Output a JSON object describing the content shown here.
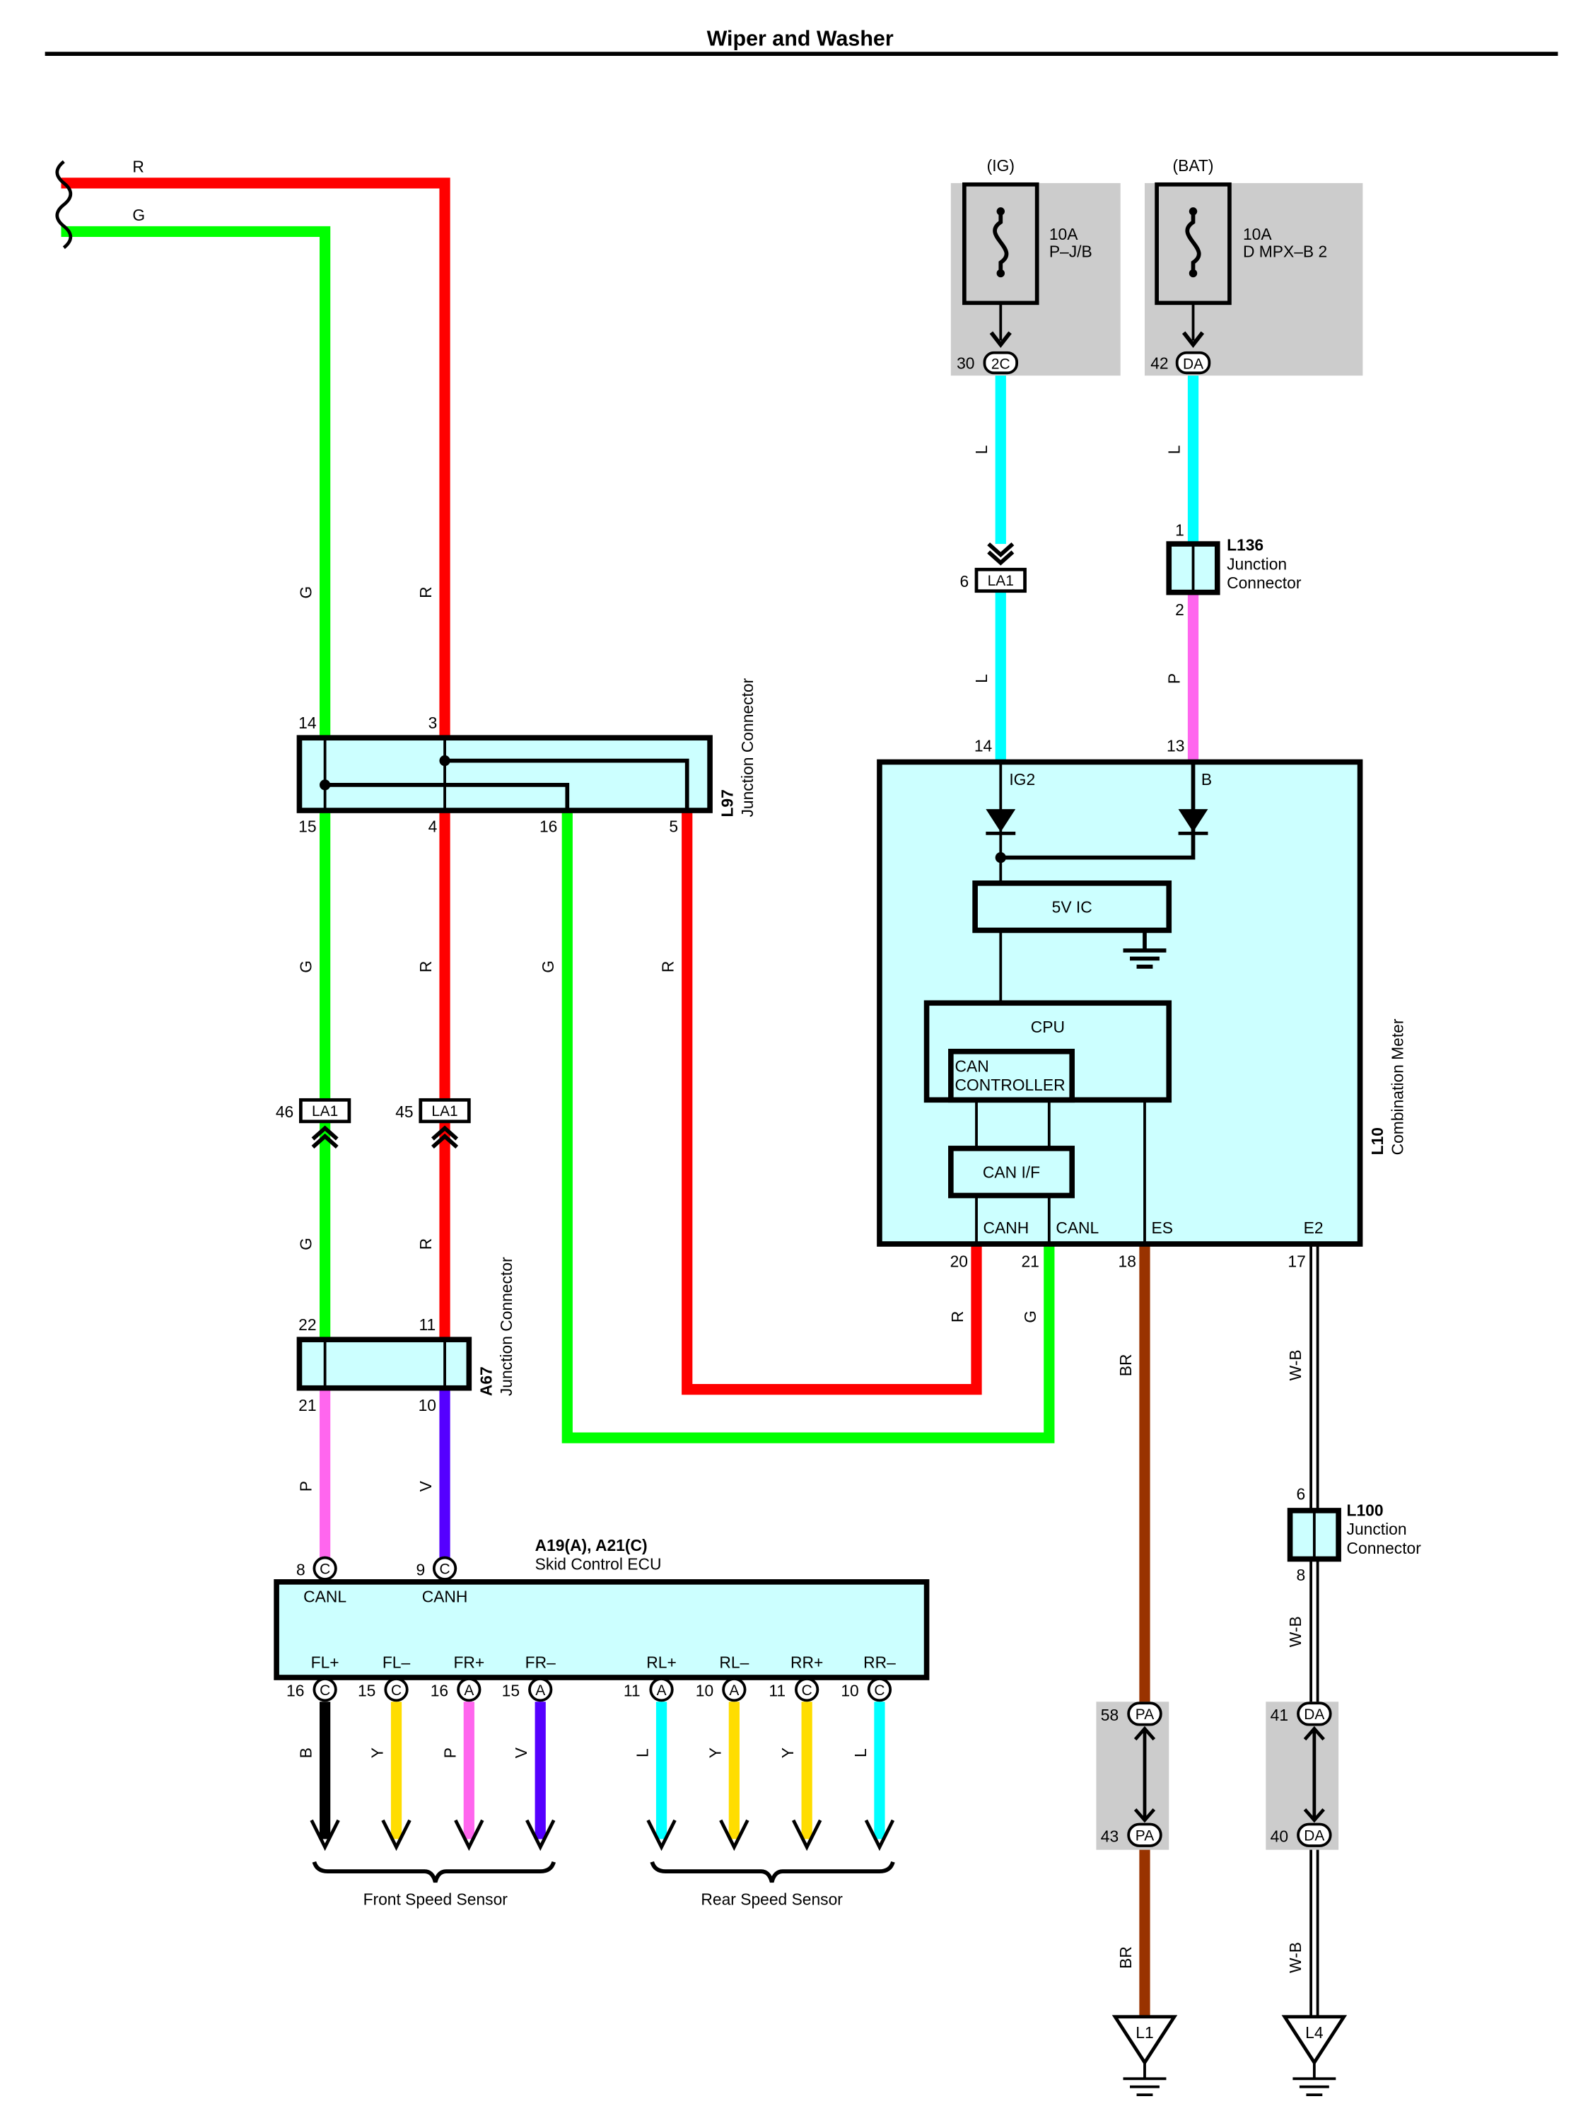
{
  "title": "Wiper and Washer",
  "colors": {
    "R": "#ff0000",
    "G": "#00ff00",
    "L": "#00ffff",
    "P": "#ff66ee",
    "V": "#5500ff",
    "B": "#000000",
    "Y": "#ffdd00",
    "BR": "#993300",
    "W-B": "#ffffff",
    "fuse_bg": "#cccccc",
    "component_fill": "#ccffff"
  },
  "wire_labels": {
    "r": "R",
    "g": "G",
    "l": "L",
    "p": "P",
    "v": "V",
    "b": "B",
    "y": "Y",
    "br": "BR",
    "wb": "W-B"
  },
  "fuses": [
    {
      "supply": "(IG)",
      "rating": "10A",
      "name": "P–J/B",
      "pin": "30",
      "terminal": "2C"
    },
    {
      "supply": "(BAT)",
      "rating": "10A",
      "name": "D MPX–B 2",
      "pin": "42",
      "terminal": "DA"
    }
  ],
  "connectors": {
    "la1": "LA1",
    "la1_pins": {
      "ig": "6",
      "g": "46",
      "r": "45"
    },
    "l136": {
      "id": "L136",
      "line1": "Junction",
      "line2": "Connector",
      "pin_top": "1",
      "pin_bottom": "2"
    },
    "l97": {
      "id": "L97",
      "name": "Junction Connector",
      "pins": {
        "g_in": "14",
        "r_in": "3",
        "g_out": "15",
        "r_out": "4",
        "g2": "16",
        "r2": "5"
      }
    },
    "a67": {
      "id": "A67",
      "name": "Junction Connector",
      "pins": {
        "g_in": "22",
        "r_in": "11",
        "p_out": "21",
        "v_out": "10"
      }
    },
    "l100": {
      "id": "L100",
      "line1": "Junction",
      "line2": "Connector",
      "pin_top": "6",
      "pin_bottom": "8"
    },
    "pa": {
      "terminal": "PA",
      "pin_top": "58",
      "pin_bottom": "43"
    },
    "da": {
      "terminal": "DA",
      "pin_top": "41",
      "pin_bottom": "40"
    }
  },
  "meter": {
    "id": "L10",
    "name": "Combination Meter",
    "pins": {
      "ig2": "14",
      "b": "13",
      "canh": "20",
      "canl": "21",
      "es": "18",
      "e2": "17"
    },
    "terminals": {
      "ig2": "IG2",
      "b": "B",
      "canh": "CANH",
      "canl": "CANL",
      "es": "ES",
      "e2": "E2"
    },
    "blocks": {
      "ic": "5V IC",
      "cpu": "CPU",
      "can_ctrl1": "CAN",
      "can_ctrl2": "CONTROLLER",
      "can_if": "CAN I/F"
    }
  },
  "ecu": {
    "id": "A19(A), A21(C)",
    "name": "Skid Control ECU",
    "canl": {
      "label": "CANL",
      "pin": "8",
      "term": "C"
    },
    "canh": {
      "label": "CANH",
      "pin": "9",
      "term": "C"
    },
    "outputs": [
      {
        "label": "FL+",
        "pin": "16",
        "term": "C",
        "wire": "B"
      },
      {
        "label": "FL–",
        "pin": "15",
        "term": "C",
        "wire": "Y"
      },
      {
        "label": "FR+",
        "pin": "16",
        "term": "A",
        "wire": "P"
      },
      {
        "label": "FR–",
        "pin": "15",
        "term": "A",
        "wire": "V"
      },
      {
        "label": "RL+",
        "pin": "11",
        "term": "A",
        "wire": "L"
      },
      {
        "label": "RL–",
        "pin": "10",
        "term": "A",
        "wire": "Y"
      },
      {
        "label": "RR+",
        "pin": "11",
        "term": "C",
        "wire": "Y"
      },
      {
        "label": "RR–",
        "pin": "10",
        "term": "C",
        "wire": "L"
      }
    ]
  },
  "sensors": {
    "front": "Front Speed Sensor",
    "rear": "Rear Speed Sensor"
  },
  "grounds": {
    "l1": "L1",
    "l4": "L4"
  }
}
